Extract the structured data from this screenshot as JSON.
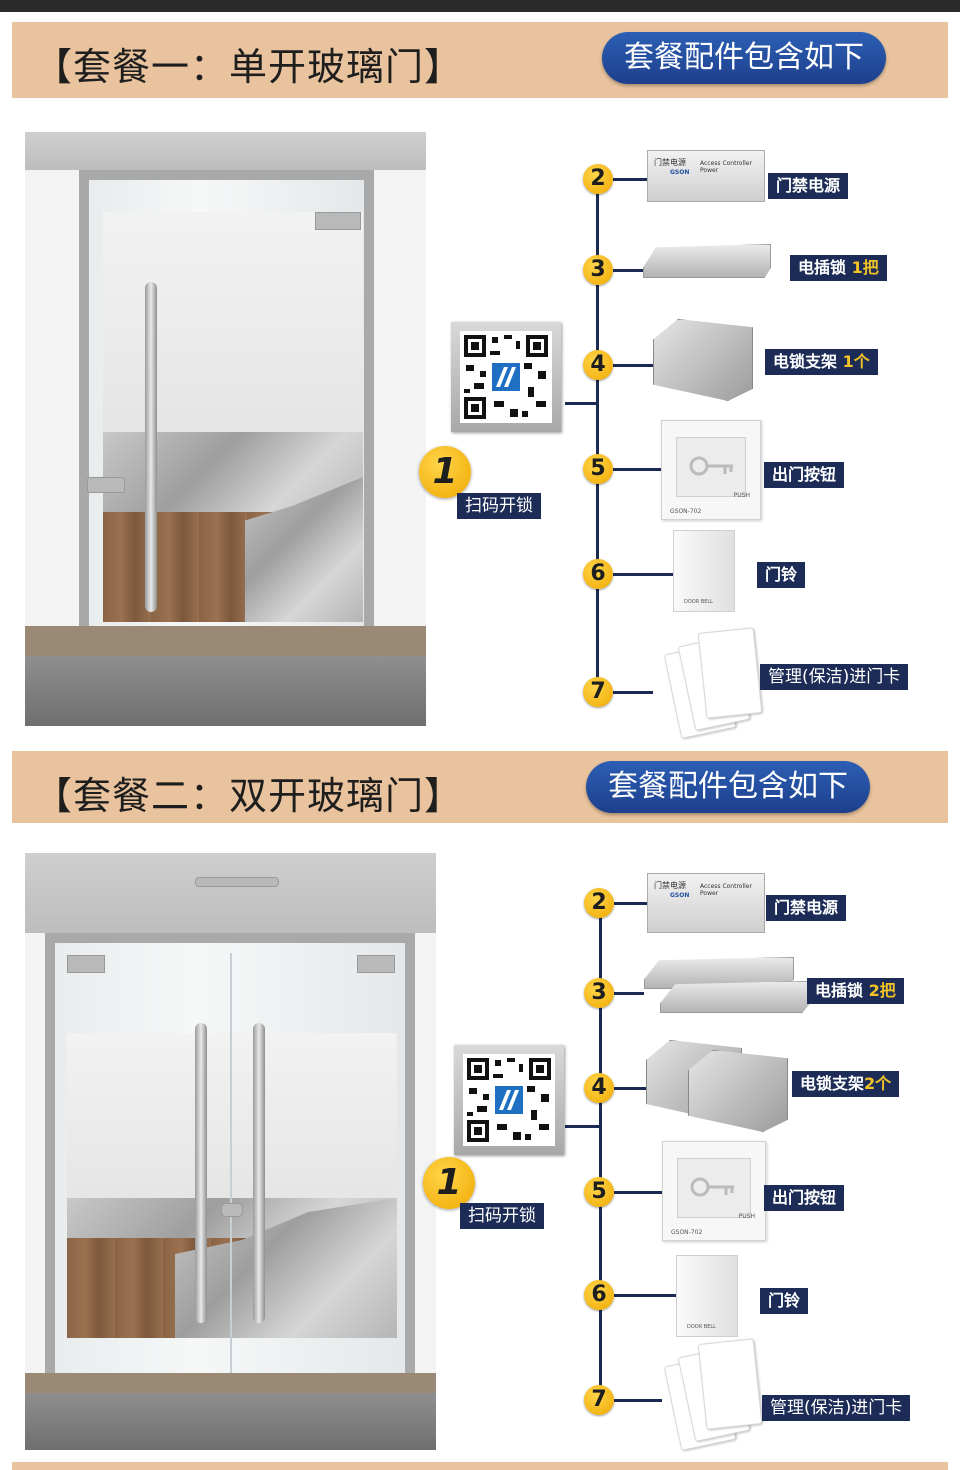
{
  "package1": {
    "title": "【套餐一：单开玻璃门】",
    "badge": "套餐配件包含如下",
    "qr_number": "1",
    "qr_label": "扫码开锁",
    "items": [
      {
        "num": "2",
        "label": "门禁电源",
        "accent": ""
      },
      {
        "num": "3",
        "label": "电插锁 ",
        "accent": "1把"
      },
      {
        "num": "4",
        "label": "电锁支架 ",
        "accent": "1个"
      },
      {
        "num": "5",
        "label": "出门按钮",
        "accent": ""
      },
      {
        "num": "6",
        "label": "门铃",
        "accent": ""
      },
      {
        "num": "7",
        "label": "管理(保洁)进门卡",
        "accent": ""
      }
    ]
  },
  "package2": {
    "title": "【套餐二：双开玻璃门】",
    "badge": "套餐配件包含如下",
    "qr_number": "1",
    "qr_label": "扫码开锁",
    "items": [
      {
        "num": "2",
        "label": "门禁电源",
        "accent": ""
      },
      {
        "num": "3",
        "label": "电插锁 ",
        "accent": "2把"
      },
      {
        "num": "4",
        "label": "电锁支架",
        "accent": "2个"
      },
      {
        "num": "5",
        "label": "出门按钮",
        "accent": ""
      },
      {
        "num": "6",
        "label": "门铃",
        "accent": ""
      },
      {
        "num": "7",
        "label": "管理(保洁)进门卡",
        "accent": ""
      }
    ]
  },
  "device_text": {
    "psu_cn": "门禁电源",
    "psu_en": "Access Controller Power",
    "brand": "GSON",
    "button_model": "GSON-702",
    "button_push": "PUSH",
    "bell": "DOOR BELL"
  },
  "colors": {
    "header_band": "#e9c39d",
    "badge_blue": "#2d5fb4",
    "label_navy": "#1c2c56",
    "number_yellow": "#f5b800",
    "accent_yellow": "#f3c325"
  }
}
